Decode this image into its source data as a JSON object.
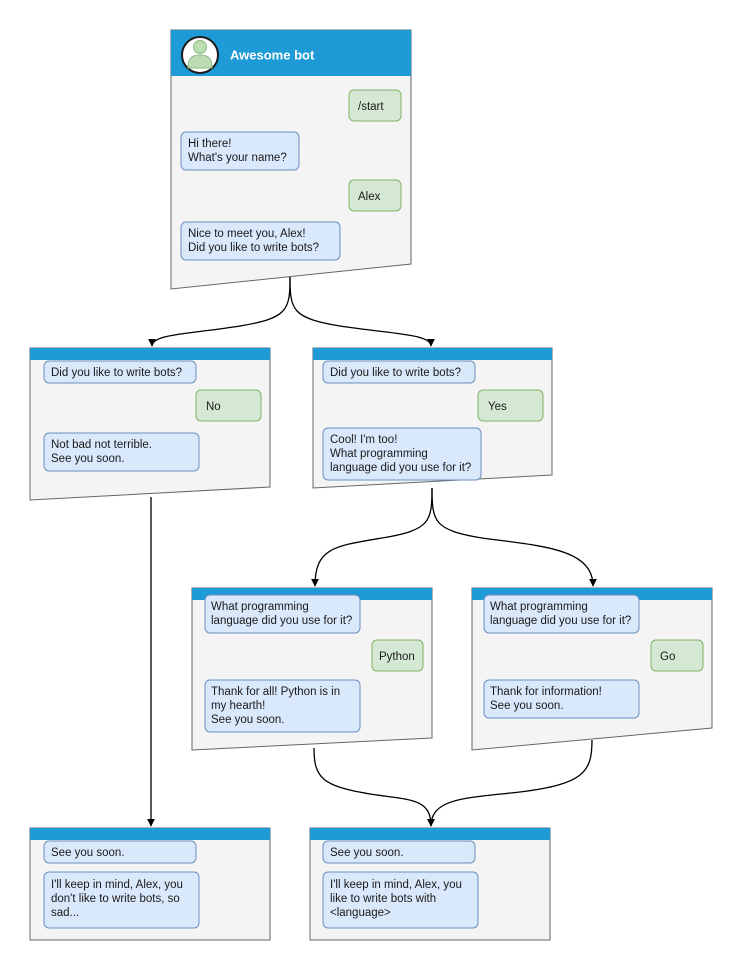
{
  "meta": {
    "title": "Awesome bot conversation flow",
    "colors": {
      "header_blue": "#1e9ad6",
      "node_body": "#f4f4f4",
      "node_border": "#666666",
      "bubble_in_fill": "#dae8fc",
      "bubble_in_border": "#6c8ebf",
      "bubble_out_fill": "#d5e8d4",
      "bubble_out_border": "#82b366",
      "connector": "#000000",
      "title_text": "#ffffff",
      "body_text": "#1a1a1a"
    }
  },
  "nodes": {
    "root": {
      "id": "root",
      "title": "Awesome bot",
      "avatar_icon": "user-avatar-icon",
      "messages": [
        {
          "side": "out",
          "lines": [
            "/start"
          ]
        },
        {
          "side": "in",
          "lines": [
            "Hi there!",
            "What's your name?"
          ]
        },
        {
          "side": "out",
          "lines": [
            "Alex"
          ]
        },
        {
          "side": "in",
          "lines": [
            "Nice to meet you, Alex!",
            "Did you like to write bots?"
          ]
        }
      ]
    },
    "no_branch": {
      "id": "no-branch",
      "title": "",
      "messages": [
        {
          "side": "in",
          "lines": [
            "Did you like to write bots?"
          ]
        },
        {
          "side": "out",
          "lines": [
            "No"
          ]
        },
        {
          "side": "in",
          "lines": [
            "Not bad not terrible.",
            "See you soon."
          ]
        }
      ]
    },
    "yes_branch": {
      "id": "yes-branch",
      "title": "",
      "messages": [
        {
          "side": "in",
          "lines": [
            "Did you like to write bots?"
          ]
        },
        {
          "side": "out",
          "lines": [
            "Yes"
          ]
        },
        {
          "side": "in",
          "lines": [
            "Cool! I'm too!",
            "What programming",
            "language did you use for it?"
          ]
        }
      ]
    },
    "python_branch": {
      "id": "python-branch",
      "title": "",
      "messages": [
        {
          "side": "in",
          "lines": [
            "What programming",
            "language did you use for it?"
          ]
        },
        {
          "side": "out",
          "lines": [
            "Python"
          ]
        },
        {
          "side": "in",
          "lines": [
            "Thank for all! Python is in",
            "my hearth!",
            "See you soon."
          ]
        }
      ]
    },
    "go_branch": {
      "id": "go-branch",
      "title": "",
      "messages": [
        {
          "side": "in",
          "lines": [
            "What programming",
            "language did you use for it?"
          ]
        },
        {
          "side": "out",
          "lines": [
            "Go"
          ]
        },
        {
          "side": "in",
          "lines": [
            "Thank for information!",
            "See you soon."
          ]
        }
      ]
    },
    "end_no": {
      "id": "end-no",
      "title": "",
      "messages": [
        {
          "side": "in",
          "lines": [
            "See you soon."
          ]
        },
        {
          "side": "in",
          "lines": [
            "I'll keep in mind, Alex, you",
            "don't like to write bots, so",
            "sad..."
          ]
        }
      ]
    },
    "end_yes": {
      "id": "end-yes",
      "title": "",
      "messages": [
        {
          "side": "in",
          "lines": [
            "See you soon."
          ]
        },
        {
          "side": "in",
          "lines": [
            "I'll keep in mind, Alex, you",
            "like to write bots with",
            "<language>"
          ]
        }
      ]
    }
  },
  "edges": [
    {
      "from": "root",
      "to": "no_branch"
    },
    {
      "from": "root",
      "to": "yes_branch"
    },
    {
      "from": "yes_branch",
      "to": "python_branch"
    },
    {
      "from": "yes_branch",
      "to": "go_branch"
    },
    {
      "from": "no_branch",
      "to": "end_no"
    },
    {
      "from": "python_branch",
      "to": "end_yes"
    },
    {
      "from": "go_branch",
      "to": "end_yes"
    }
  ]
}
